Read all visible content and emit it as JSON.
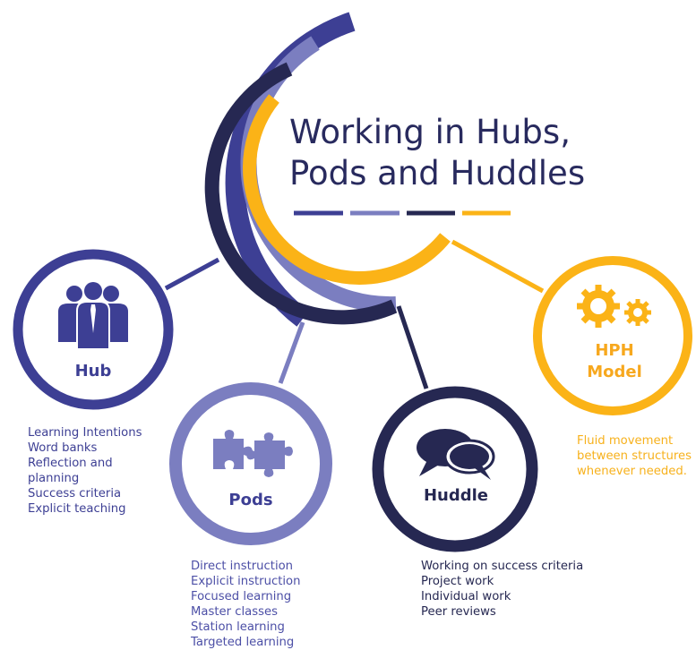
{
  "title": {
    "line1": "Working in Hubs,",
    "line2": "Pods and Huddles"
  },
  "colors": {
    "navy": "#3d3f94",
    "lavender": "#7b7ec0",
    "dark_navy": "#262852",
    "orange": "#fbb317"
  },
  "hub": {
    "label": "Hub",
    "icon": "people-team-icon",
    "items": [
      "Learning Intentions",
      "Word banks",
      "Reflection and",
      "planning",
      "Success criteria",
      "Explicit teaching"
    ]
  },
  "pods": {
    "label": "Pods",
    "icon": "puzzle-pieces-icon",
    "items": [
      "Direct instruction",
      "Explicit instruction",
      "Focused learning",
      "Master classes",
      "Station learning",
      "Targeted learning"
    ]
  },
  "huddle": {
    "label": "Huddle",
    "icon": "speech-bubbles-icon",
    "items": [
      "Working on success criteria",
      "Project work",
      "Individual work",
      "Peer reviews"
    ]
  },
  "hph": {
    "label_line1": "HPH",
    "label_line2": "Model",
    "icon": "gears-icon",
    "items": [
      "Fluid movement",
      "between structures",
      "whenever needed."
    ]
  }
}
